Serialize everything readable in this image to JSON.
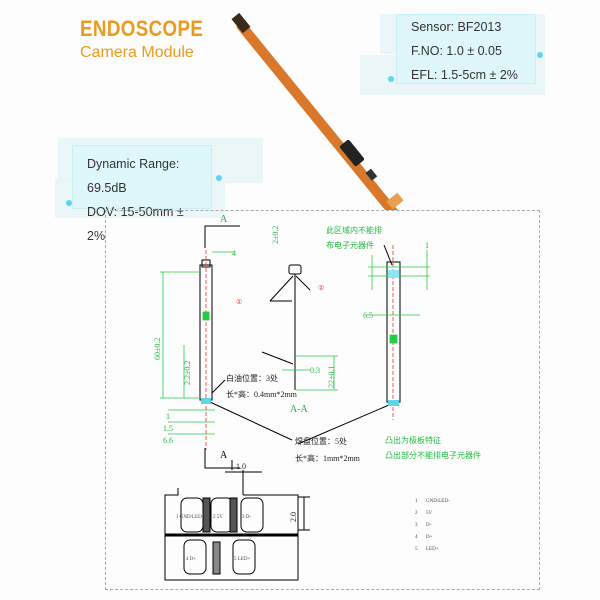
{
  "header": {
    "title": "ENDOSCOPE",
    "subtitle": "Camera Module"
  },
  "specs_right": [
    "Sensor: BF2013",
    "F.NO: 1.0 ± 0.05",
    "EFL: 1.5-5cm ± 2%"
  ],
  "specs_left": [
    "Dynamic Range: 69.5dB",
    "DOV: 15-50mm ± 2%"
  ],
  "colors": {
    "brand": "#eb9a1e",
    "pcb": "#d9782a",
    "dimension": "#22cc44",
    "annotation_red": "#ee2222"
  },
  "drawing": {
    "section_top": "A",
    "section_bottom": "A",
    "section_view": "A-A",
    "dims": {
      "top_width": "4",
      "cap_height": "2±0.2",
      "length": "60±0.2",
      "offset": "2.2±0.2",
      "d1": "1",
      "d2": "1.5",
      "d3": "6.6",
      "thickness": "0.3",
      "pad_height": "22±0.1",
      "right_width": "6.5",
      "right_top": "1",
      "pad_pitch": "1.0",
      "pad_height_b": "2.0"
    },
    "red_notes": [
      "①",
      "①"
    ],
    "notes": {
      "white_oil_pos": "白油位置：3处",
      "white_oil_size": "长*高：0.4mm*2mm",
      "pad_pos": "焊盘位置：5处",
      "pad_size": "长*高：1mm*2mm",
      "no_parts_1": "此区域内不能排",
      "no_parts_2": "布电子元器件",
      "protrude_1": "凸出为极板特征",
      "protrude_2": "凸出部分不能排电子元器件"
    },
    "pads": [
      "1 GND/LED-",
      "2 5V",
      "3 D-",
      "4 D+",
      "5 LED+"
    ],
    "pin_legend": [
      {
        "num": "1",
        "name": "GND/LED-"
      },
      {
        "num": "2",
        "name": "5V"
      },
      {
        "num": "3",
        "name": "D-"
      },
      {
        "num": "4",
        "name": "D+"
      },
      {
        "num": "5",
        "name": "LED+"
      }
    ]
  }
}
